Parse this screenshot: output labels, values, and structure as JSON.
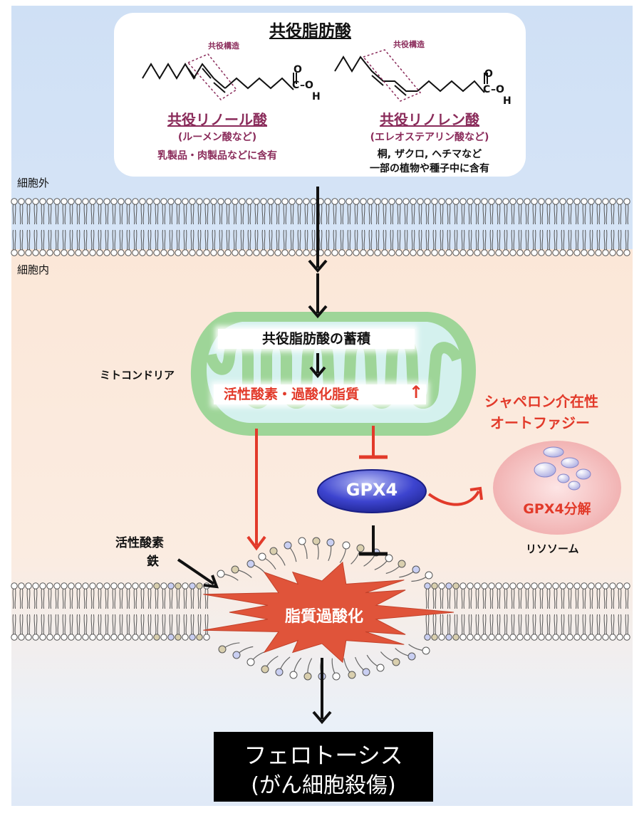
{
  "fatty_acid": {
    "title": "共役脂肪酸",
    "conjugated_structure_label": "共役構造",
    "carbonyl_o": "O",
    "carboxyl_c": "C",
    "carboxyl_dash_o": "–O",
    "carboxyl_h": "H",
    "linoleic": {
      "name": "共役リノール酸",
      "example": "(ルーメン酸など)",
      "source": "乳製品・肉製品などに含有"
    },
    "linolenic": {
      "name": "共役リノレン酸",
      "example": "(エレオステアリン酸など)",
      "source_line1": "桐, ザクロ, ヘチマなど",
      "source_line2": "一部の植物や種子中に含有"
    }
  },
  "labels": {
    "extracellular": "細胞外",
    "intracellular": "細胞内",
    "mitochondria": "ミトコンドリア",
    "accumulation": "共役脂肪酸の蓄積",
    "ros_lipid_peroxide": "活性酸素・過酸化脂質",
    "up_arrow": "↑",
    "gpx4": "GPX4",
    "cma_line1": "シャペロン介在性",
    "cma_line2": "オートファジー",
    "gpx4_degradation": "GPX4分解",
    "lysosome": "リソソーム",
    "ros": "活性酸素",
    "iron": "鉄",
    "lipid_peroxidation": "脂質過酸化",
    "outcome_line1": "フェロトーシス",
    "outcome_line2": "(がん細胞殺傷)"
  },
  "colors": {
    "membrane_head": "#ffffff",
    "membrane_stroke": "#444444",
    "cytoplasm": "#fbe9dc",
    "lower_background": "#e3edf9",
    "mitochondria_outer": "#9ed598",
    "mitochondria_inner": "#d4f1ee",
    "inhibition_red": "#e23a2a",
    "gpx4_blue": "#3a3ec7",
    "lysosome_pink": "#f3bcbc",
    "burst_orange": "#e0543a",
    "headgroup_blue": "#c9cff2",
    "headgroup_tan": "#d9cfae",
    "outcome_box": "#000000"
  }
}
